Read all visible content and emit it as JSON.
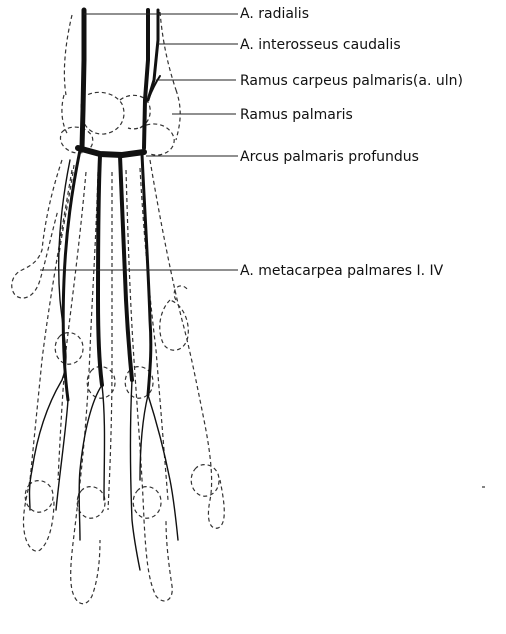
{
  "labels": {
    "a_radialis": "A. radialis",
    "a_interosseus": "A. interosseus caudalis",
    "ramus_carpeus": "Ramus carpeus palmaris(a. uln)",
    "ramus_palmaris": "Ramus palmaris",
    "arcus": "Arcus palmaris profundus",
    "metacarpea": "A. metacarpea palmares I. IV"
  },
  "colors": {
    "ink": "#111111",
    "paper": "#ffffff"
  }
}
